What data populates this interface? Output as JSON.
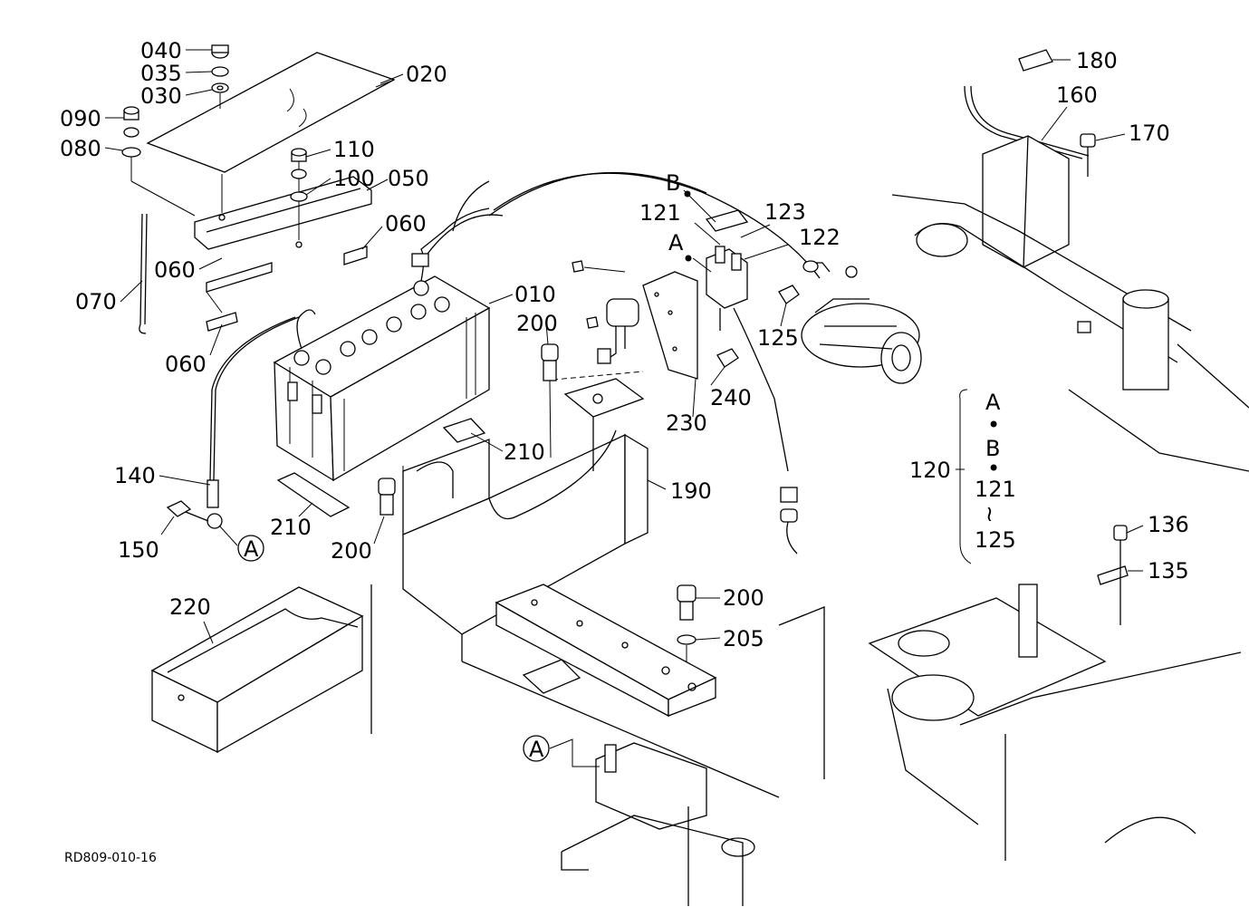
{
  "diagram_code": "RD809-010-16",
  "part_labels": {
    "p010": "010",
    "p020": "020",
    "p030": "030",
    "p035": "035",
    "p040": "040",
    "p050": "050",
    "p060a": "060",
    "p060b": "060",
    "p060c": "060",
    "p070": "070",
    "p080": "080",
    "p090": "090",
    "p100": "100",
    "p110": "110",
    "p120": "120",
    "p121": "121",
    "p122": "122",
    "p123": "123",
    "p125": "125",
    "p135": "135",
    "p136": "136",
    "p140": "140",
    "p150": "150",
    "p160": "160",
    "p170": "170",
    "p180": "180",
    "p190": "190",
    "p200a": "200",
    "p200b": "200",
    "p200c": "200",
    "p205": "205",
    "p210a": "210",
    "p210b": "210",
    "p220": "220",
    "p230": "230",
    "p240": "240"
  },
  "markers": {
    "A": "A",
    "B": "B",
    "circle_a1": "A",
    "circle_a2": "A"
  },
  "group_120": {
    "line1": "A",
    "dot1": "•",
    "line2": "B",
    "dot2": "•",
    "line3": "121",
    "tilde": "≀",
    "line4": "125"
  }
}
